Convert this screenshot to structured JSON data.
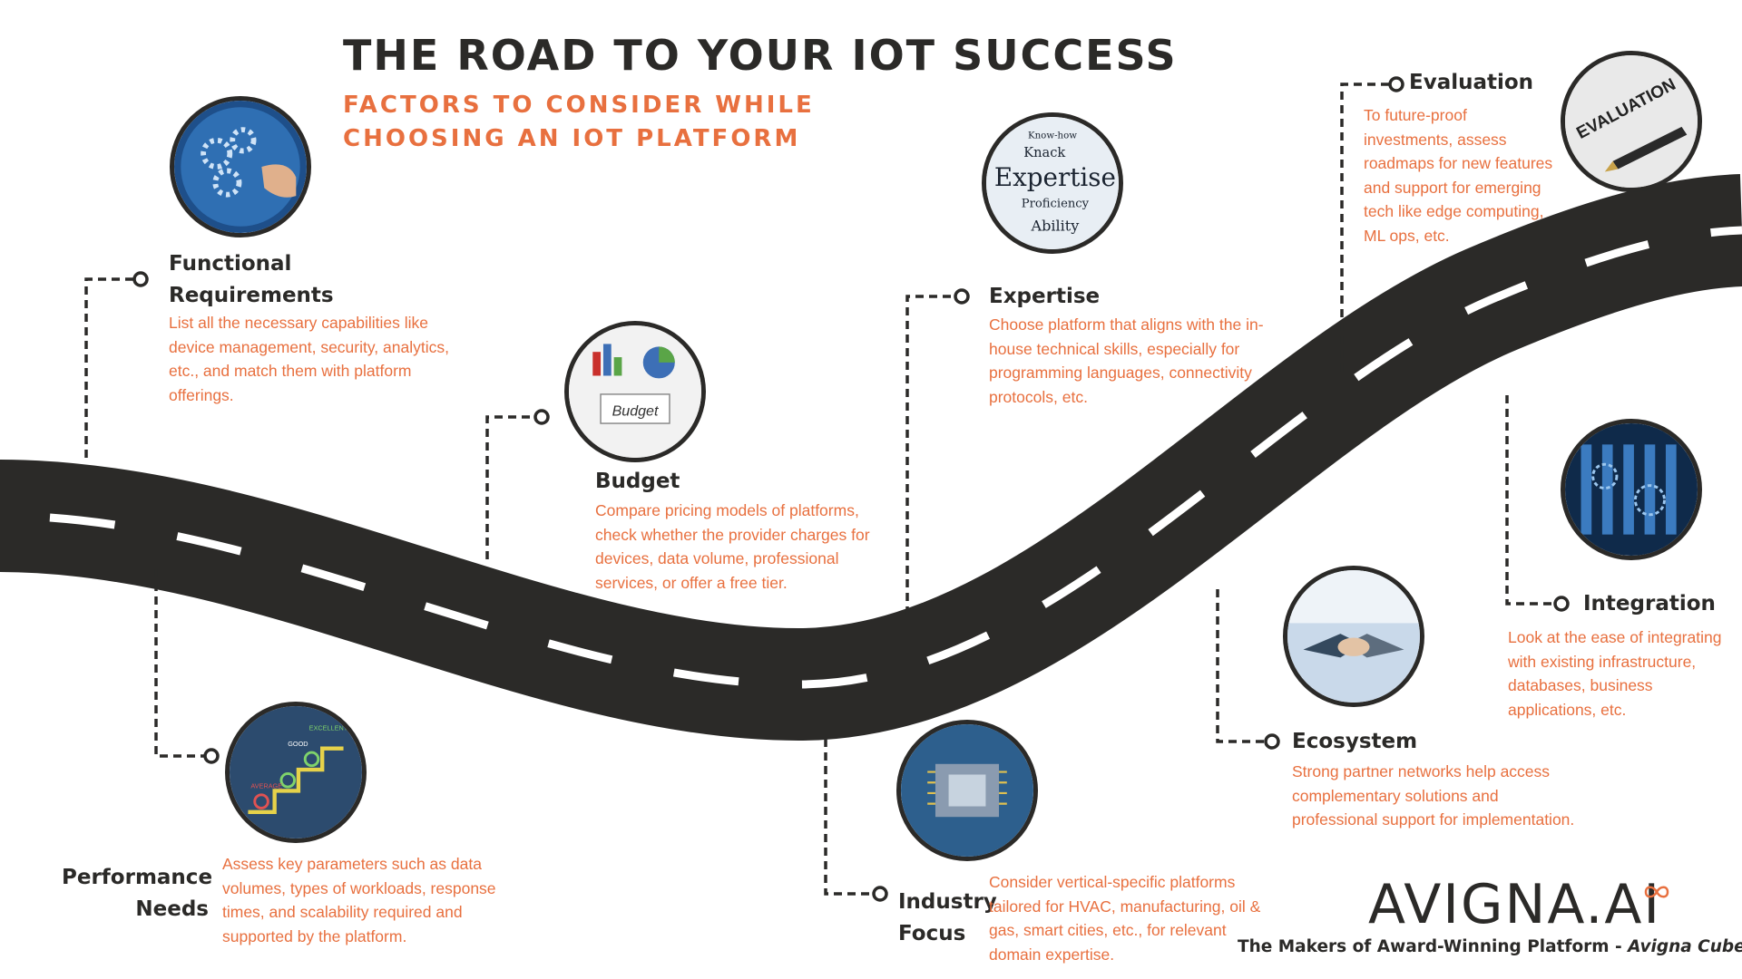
{
  "header": {
    "title": "THE ROAD TO YOUR IOT SUCCESS",
    "subtitle": "FACTORS TO CONSIDER WHILE CHOOSING AN IOT PLATFORM"
  },
  "factors": [
    {
      "title": "Functional Requirements",
      "description": "List all the necessary capabilities like device management, security, analytics, etc., and match them with platform offerings.",
      "image_icon": "gears-hand-icon"
    },
    {
      "title": "Performance Needs",
      "description": "Assess key parameters such as data volumes, types of workloads, response times, and scalability required and supported by the platform.",
      "image_icon": "rating-steps-icon"
    },
    {
      "title": "Budget",
      "description": "Compare pricing models of platforms, check whether the provider charges for devices, data volume, professional services, or offer a free tier.",
      "image_icon": "budget-charts-icon"
    },
    {
      "title": "Industry Focus",
      "description": "Consider vertical-specific platforms tailored for HVAC, manufacturing, oil & gas, smart cities, etc., for relevant domain expertise.",
      "image_icon": "microchip-icon"
    },
    {
      "title": "Expertise",
      "description": "Choose platform that aligns with the in-house technical skills, especially for programming languages, connectivity protocols, etc.",
      "image_icon": "expertise-dictionary-icon"
    },
    {
      "title": "Ecosystem",
      "description": "Strong partner networks help access complementary solutions and professional support for implementation.",
      "image_icon": "handshake-icon"
    },
    {
      "title": "Evaluation",
      "description": "To future-proof investments, assess roadmaps for new features and support for emerging tech like edge computing, ML ops, etc.",
      "image_icon": "evaluation-pen-icon"
    },
    {
      "title": "Integration",
      "description": "Look at the ease of integrating with existing infrastructure, databases, business applications, etc.",
      "image_icon": "server-gears-icon"
    }
  ],
  "image_text": {
    "budget_note": "Budget",
    "expertise_words": [
      "Know-how",
      "Knack",
      "Expertise",
      "Proficiency",
      "Ability"
    ],
    "rating_labels": [
      "AVERAGE",
      "GOOD",
      "EXCELLENT"
    ],
    "evaluation_word": "EVALUATION"
  },
  "branding": {
    "logo": "AVIGNA.AI",
    "tagline_prefix": "The Makers of Award-Winning Platform - ",
    "tagline_product": "Avigna Cube"
  },
  "colors": {
    "road": "#2b2a28",
    "accent": "#e8703f",
    "text_dark": "#2b2a28",
    "background": "#ffffff"
  }
}
